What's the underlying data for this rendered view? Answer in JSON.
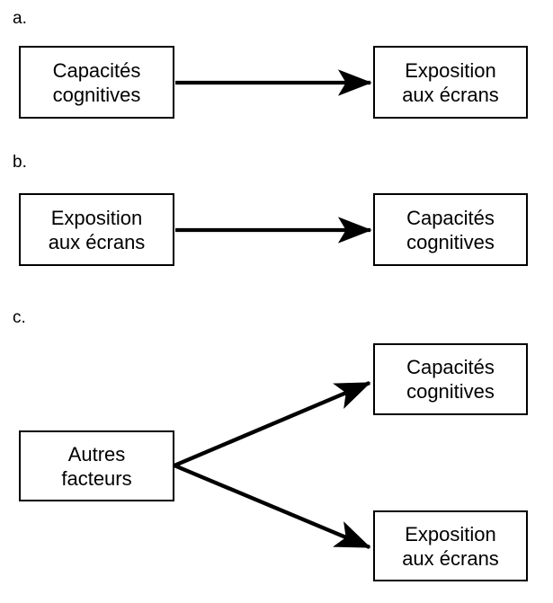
{
  "figure": {
    "background_color": "#ffffff",
    "line_color": "#000000",
    "text_color": "#000000"
  },
  "panels": [
    {
      "id": "a",
      "label": "a.",
      "nodes": {
        "cause": "Capacités\ncognitives",
        "effect": "Exposition\naux écrans"
      },
      "edges": [
        {
          "from": "cause",
          "to": "effect",
          "style": "solid-arrow"
        }
      ]
    },
    {
      "id": "b",
      "label": "b.",
      "nodes": {
        "cause": "Exposition\naux écrans",
        "effect": "Capacités\ncognitives"
      },
      "edges": [
        {
          "from": "cause",
          "to": "effect",
          "style": "solid-arrow"
        }
      ]
    },
    {
      "id": "c",
      "label": "c.",
      "nodes": {
        "cause": "Autres\nfacteurs",
        "effect_top": "Capacités\ncognitives",
        "effect_bottom": "Exposition\naux écrans"
      },
      "edges": [
        {
          "from": "cause",
          "to": "effect_top",
          "style": "solid-arrow"
        },
        {
          "from": "cause",
          "to": "effect_bottom",
          "style": "solid-arrow"
        }
      ]
    }
  ]
}
